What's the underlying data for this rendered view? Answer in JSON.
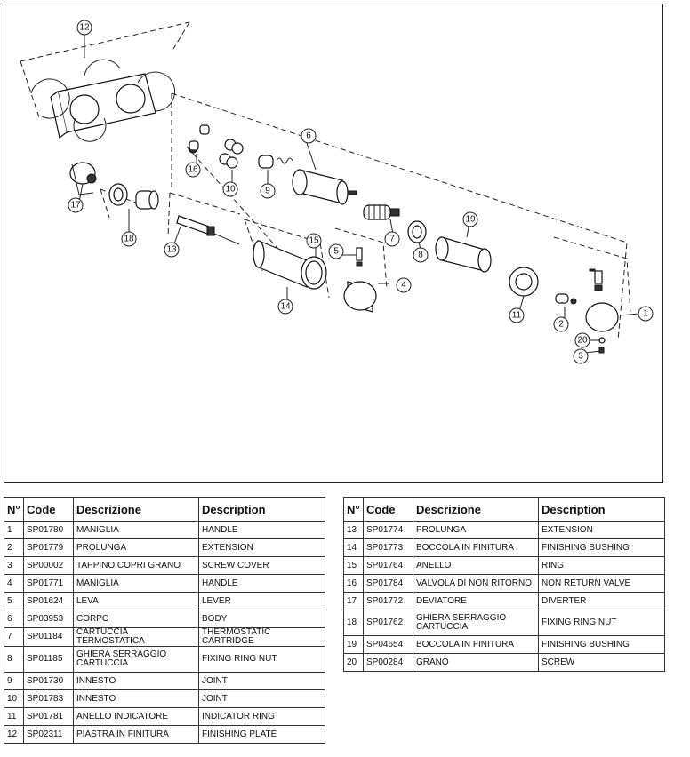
{
  "callouts": [
    "1",
    "2",
    "3",
    "4",
    "5",
    "6",
    "7",
    "8",
    "9",
    "10",
    "11",
    "12",
    "13",
    "14",
    "15",
    "16",
    "17",
    "18",
    "19",
    "20"
  ],
  "table_headers": {
    "num": "N°",
    "code": "Code",
    "descrizione": "Descrizione",
    "description": "Description"
  },
  "left_rows": [
    {
      "n": "1",
      "code": "SP01780",
      "it": "MANIGLIA",
      "en": "HANDLE"
    },
    {
      "n": "2",
      "code": "SP01779",
      "it": "PROLUNGA",
      "en": "EXTENSION"
    },
    {
      "n": "3",
      "code": "SP00002",
      "it": "TAPPINO COPRI GRANO",
      "en": "SCREW COVER"
    },
    {
      "n": "4",
      "code": "SP01771",
      "it": "MANIGLIA",
      "en": "HANDLE"
    },
    {
      "n": "5",
      "code": "SP01624",
      "it": "LEVA",
      "en": "LEVER"
    },
    {
      "n": "6",
      "code": "SP03953",
      "it": "CORPO",
      "en": "BODY"
    },
    {
      "n": "7",
      "code": "SP01184",
      "it": "CARTUCCIA TERMOSTATICA",
      "en": "THERMOSTATIC CARTRIDGE"
    },
    {
      "n": "8",
      "code": "SP01185",
      "it": "GHIERA SERRAGGIO CARTUCCIA",
      "en": "FIXING RING NUT"
    },
    {
      "n": "9",
      "code": "SP01730",
      "it": "INNESTO",
      "en": "JOINT"
    },
    {
      "n": "10",
      "code": "SP01783",
      "it": "INNESTO",
      "en": "JOINT"
    },
    {
      "n": "11",
      "code": "SP01781",
      "it": "ANELLO INDICATORE",
      "en": "INDICATOR RING"
    },
    {
      "n": "12",
      "code": "SP02311",
      "it": "PIASTRA IN FINITURA",
      "en": "FINISHING PLATE"
    }
  ],
  "right_rows": [
    {
      "n": "13",
      "code": "SP01774",
      "it": "PROLUNGA",
      "en": "EXTENSION"
    },
    {
      "n": "14",
      "code": "SP01773",
      "it": "BOCCOLA IN FINITURA",
      "en": "FINISHING BUSHING"
    },
    {
      "n": "15",
      "code": "SP01764",
      "it": "ANELLO",
      "en": "RING"
    },
    {
      "n": "16",
      "code": "SP01784",
      "it": "VALVOLA DI NON RITORNO",
      "en": "NON RETURN VALVE"
    },
    {
      "n": "17",
      "code": "SP01772",
      "it": "DEVIATORE",
      "en": "DIVERTER"
    },
    {
      "n": "18",
      "code": "SP01762",
      "it": "GHIERA SERRAGGIO CARTUCCIA",
      "en": "FIXING RING NUT"
    },
    {
      "n": "19",
      "code": "SP04654",
      "it": "BOCCOLA IN FINITURA",
      "en": "FINISHING BUSHING"
    },
    {
      "n": "20",
      "code": "SP00284",
      "it": "GRANO",
      "en": "SCREW"
    }
  ]
}
